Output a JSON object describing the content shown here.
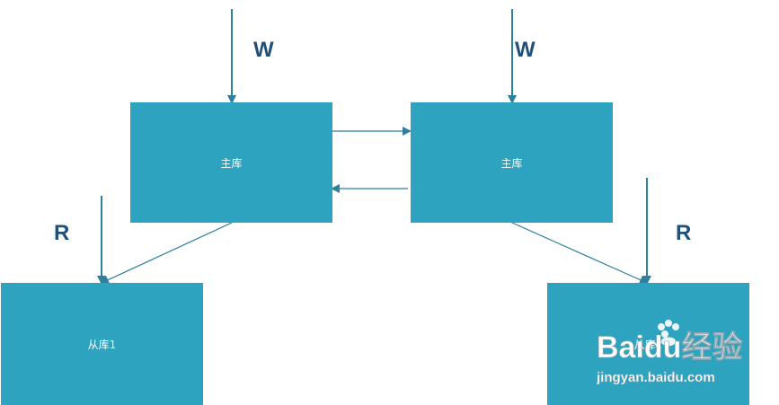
{
  "diagram": {
    "nodes": {
      "master_left": "主库",
      "master_right": "主库",
      "slave_1": "从库1",
      "slave_2": "从库2"
    },
    "labels": {
      "write_left": "W",
      "write_right": "W",
      "read_left": "R",
      "read_right": "R"
    },
    "colors": {
      "box": "#2ea3bf",
      "line": "#2f7f9e",
      "letter": "#1f4f7a"
    }
  },
  "watermark": {
    "brand": "Baidu经验",
    "url": "jingyan.baidu.com"
  }
}
